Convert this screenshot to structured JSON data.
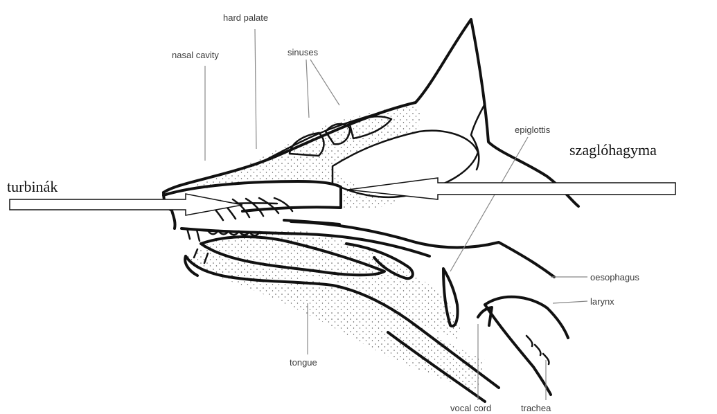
{
  "labels": {
    "hard_palate": "hard palate",
    "nasal_cavity": "nasal cavity",
    "sinuses": "sinuses",
    "epiglottis": "epiglottis",
    "oesophagus": "oesophagus",
    "larynx": "larynx",
    "tongue": "tongue",
    "vocal_cord": "vocal cord",
    "trachea": "trachea"
  },
  "annotations": {
    "turbinates": "turbinák",
    "olfactory_bulb": "szaglóhagyma"
  },
  "colors": {
    "line": "#111111",
    "stipple": "#555555",
    "leader": "#888888",
    "arrow_fill": "#ffffff"
  }
}
